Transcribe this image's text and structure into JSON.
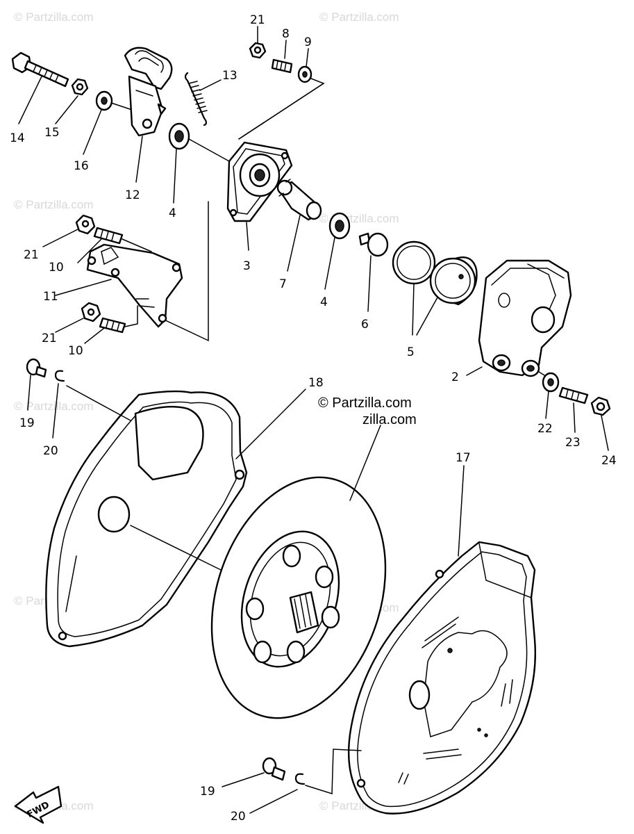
{
  "watermark": {
    "text": "© Partzilla.com",
    "center_text": "© Partzilla.com"
  },
  "direction_indicator": "FWD",
  "callouts": [
    {
      "id": "c21a",
      "label": "21"
    },
    {
      "id": "c8",
      "label": "8"
    },
    {
      "id": "c9",
      "label": "9"
    },
    {
      "id": "c13",
      "label": "13"
    },
    {
      "id": "c14",
      "label": "14"
    },
    {
      "id": "c15",
      "label": "15"
    },
    {
      "id": "c16",
      "label": "16"
    },
    {
      "id": "c12",
      "label": "12"
    },
    {
      "id": "c4a",
      "label": "4"
    },
    {
      "id": "c3",
      "label": "3"
    },
    {
      "id": "c7",
      "label": "7"
    },
    {
      "id": "c4b",
      "label": "4"
    },
    {
      "id": "c6",
      "label": "6"
    },
    {
      "id": "c5",
      "label": "5"
    },
    {
      "id": "c2",
      "label": "2"
    },
    {
      "id": "c21b",
      "label": "21"
    },
    {
      "id": "c10a",
      "label": "10"
    },
    {
      "id": "c11",
      "label": "11"
    },
    {
      "id": "c21c",
      "label": "21"
    },
    {
      "id": "c10b",
      "label": "10"
    },
    {
      "id": "c19a",
      "label": "19"
    },
    {
      "id": "c20a",
      "label": "20"
    },
    {
      "id": "c18",
      "label": "18"
    },
    {
      "id": "c22",
      "label": "22"
    },
    {
      "id": "c23",
      "label": "23"
    },
    {
      "id": "c24",
      "label": "24"
    },
    {
      "id": "c17",
      "label": "17"
    },
    {
      "id": "c19b",
      "label": "19"
    },
    {
      "id": "c20b",
      "label": "20"
    }
  ]
}
